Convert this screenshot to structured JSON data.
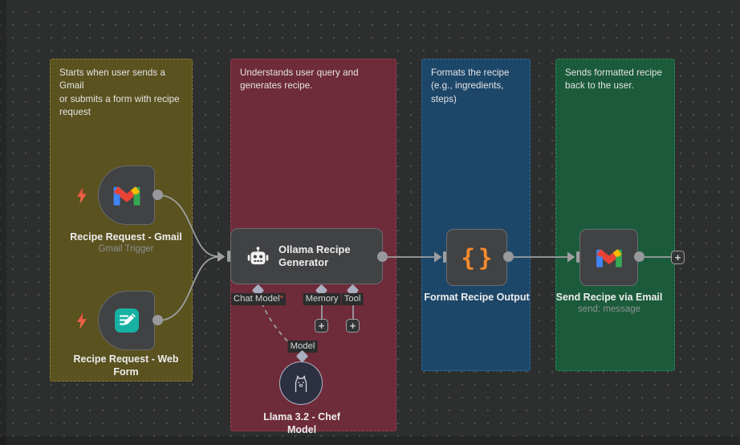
{
  "notes": {
    "trigger": {
      "text": "Starts when user sends a Gmail\nor submits a form with recipe\nrequest",
      "color": "#5a521f"
    },
    "agent": {
      "text": "Understands user query and\ngenerates recipe.",
      "color": "#6e2b39"
    },
    "format": {
      "text": "Formats the recipe\n(e.g., ingredients,\nsteps)",
      "color": "#1d4769"
    },
    "send": {
      "text": "Sends formatted recipe\nback to the user.",
      "color": "#1b5b3b"
    }
  },
  "nodes": {
    "gmail_trigger": {
      "label": "Recipe Request - Gmail",
      "subtitle": "Gmail Trigger"
    },
    "web_form_trigger": {
      "label": "Recipe Request - Web Form"
    },
    "agent": {
      "title": "Ollama Recipe Generator",
      "ports": {
        "chat_model": {
          "label": "Chat Model",
          "required_marker": "*"
        },
        "memory": {
          "label": "Memory"
        },
        "tool": {
          "label": "Tool"
        }
      }
    },
    "llama_model": {
      "label": "Llama 3.2 - Chef Model",
      "port_label": "Model"
    },
    "format_output": {
      "label": "Format Recipe Output",
      "icon_glyph": "{}"
    },
    "send_email": {
      "label": "Send Recipe via Email",
      "subtitle": "send: message"
    }
  },
  "glyphs": {
    "plus": "+"
  },
  "colors": {
    "canvas_bg": "#2d2e2e",
    "node_bg": "#414244",
    "node_border": "#6a6b6e",
    "connection": "#9d9ea0",
    "braces_orange": "#f78b2d",
    "form_teal": "#17b1a3",
    "bolt_red": "#ee5b4e",
    "gmail_red": "#ea4335",
    "gmail_blue": "#4285f4",
    "gmail_green": "#34a853",
    "gmail_yellow": "#fbbc04"
  }
}
